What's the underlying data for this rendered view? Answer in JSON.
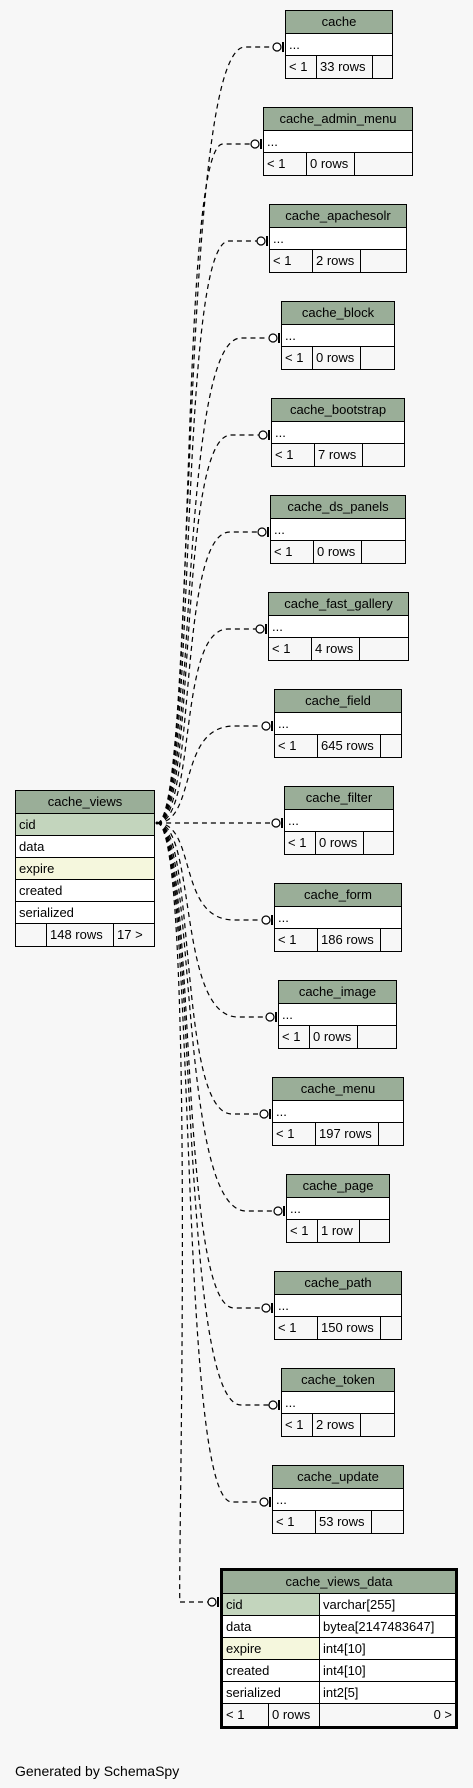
{
  "main_table": {
    "name": "cache_views",
    "columns": [
      "cid",
      "data",
      "expire",
      "created",
      "serialized"
    ],
    "rows": "148 rows",
    "children": "17 >"
  },
  "child_tables": [
    {
      "name": "cache",
      "placeholder": "...",
      "parents": "< 1",
      "rows": "33 rows"
    },
    {
      "name": "cache_admin_menu",
      "placeholder": "...",
      "parents": "< 1",
      "rows": "0 rows"
    },
    {
      "name": "cache_apachesolr",
      "placeholder": "...",
      "parents": "< 1",
      "rows": "2 rows"
    },
    {
      "name": "cache_block",
      "placeholder": "...",
      "parents": "< 1",
      "rows": "0 rows"
    },
    {
      "name": "cache_bootstrap",
      "placeholder": "...",
      "parents": "< 1",
      "rows": "7 rows"
    },
    {
      "name": "cache_ds_panels",
      "placeholder": "...",
      "parents": "< 1",
      "rows": "0 rows"
    },
    {
      "name": "cache_fast_gallery",
      "placeholder": "...",
      "parents": "< 1",
      "rows": "4 rows"
    },
    {
      "name": "cache_field",
      "placeholder": "...",
      "parents": "< 1",
      "rows": "645 rows"
    },
    {
      "name": "cache_filter",
      "placeholder": "...",
      "parents": "< 1",
      "rows": "0 rows"
    },
    {
      "name": "cache_form",
      "placeholder": "...",
      "parents": "< 1",
      "rows": "186 rows"
    },
    {
      "name": "cache_image",
      "placeholder": "...",
      "parents": "< 1",
      "rows": "0 rows"
    },
    {
      "name": "cache_menu",
      "placeholder": "...",
      "parents": "< 1",
      "rows": "197 rows"
    },
    {
      "name": "cache_page",
      "placeholder": "...",
      "parents": "< 1",
      "rows": "1 row"
    },
    {
      "name": "cache_path",
      "placeholder": "...",
      "parents": "< 1",
      "rows": "150 rows"
    },
    {
      "name": "cache_token",
      "placeholder": "...",
      "parents": "< 1",
      "rows": "2 rows"
    },
    {
      "name": "cache_update",
      "placeholder": "...",
      "parents": "< 1",
      "rows": "53 rows"
    }
  ],
  "views_data_table": {
    "name": "cache_views_data",
    "columns": [
      {
        "name": "cid",
        "type": "varchar[255]"
      },
      {
        "name": "data",
        "type": "bytea[2147483647]"
      },
      {
        "name": "expire",
        "type": "int4[10]"
      },
      {
        "name": "created",
        "type": "int4[10]"
      },
      {
        "name": "serialized",
        "type": "int2[5]"
      }
    ],
    "parents": "< 1",
    "rows": "0 rows",
    "children": "0 >"
  },
  "footer": "Generated by SchemaSpy"
}
